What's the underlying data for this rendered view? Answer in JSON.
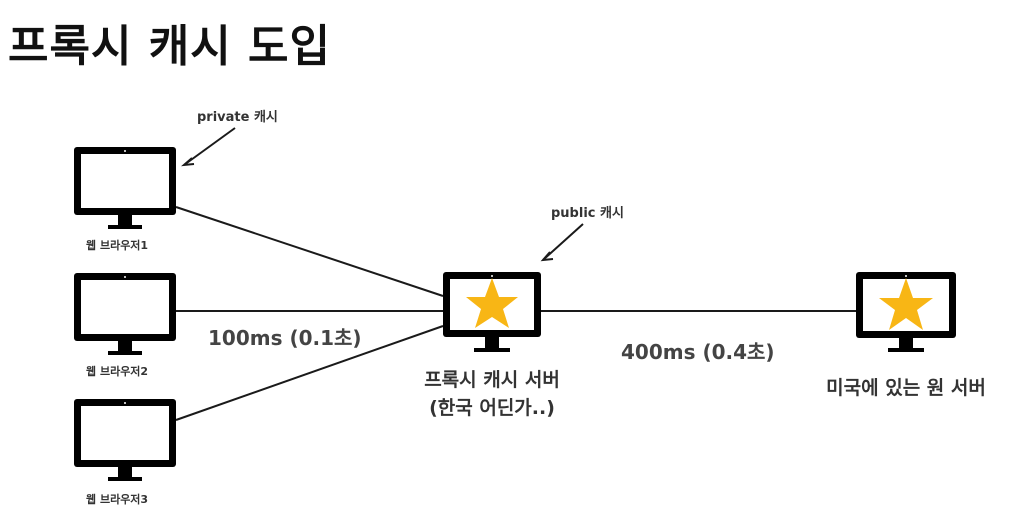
{
  "title": "프록시 캐시 도입",
  "clients": [
    {
      "label": "웹 브라우저1"
    },
    {
      "label": "웹 브라우저2"
    },
    {
      "label": "웹 브라우저3"
    }
  ],
  "annotations": {
    "private_cache": "private 캐시",
    "public_cache": "public 캐시"
  },
  "latency": {
    "client_to_proxy": "100ms (0.1초)",
    "proxy_to_origin": "400ms (0.4초)"
  },
  "proxy_server": {
    "line1": "프록시 캐시 서버",
    "line2": "(한국 어딘가..)"
  },
  "origin_server": {
    "label": "미국에 있는 원 서버"
  },
  "colors": {
    "monitor": "#000000",
    "star": "#F8B615",
    "connector": "#1a1a1a"
  }
}
